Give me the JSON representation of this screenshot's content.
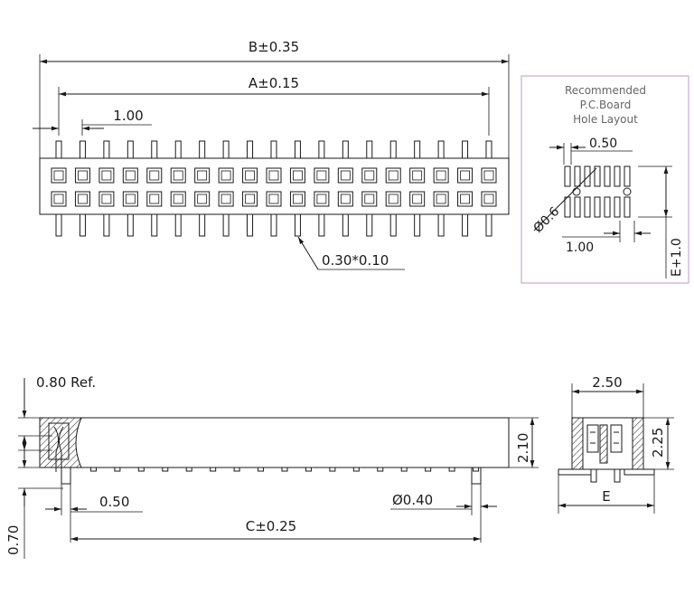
{
  "top_view": {
    "dim_overall": "B±0.35",
    "dim_pin_span": "A±0.15",
    "dim_pitch": "1.00",
    "dim_pin_size": "0.30*0.10",
    "pin_count_per_row": 19
  },
  "pcb_layout": {
    "title_line1": "Recommended",
    "title_line2": "P.C.Board",
    "title_line3": "Hole Layout",
    "dim_hole_pitch": "0.50",
    "dim_hole_dia": "Ø0.6",
    "dim_row_pitch": "1.00",
    "dim_row_span": "E+1.0",
    "border_color": "#c9a9d0"
  },
  "side_view": {
    "dim_ref": "0.80 Ref.",
    "dim_height": "2.10",
    "dim_offset": "0.50",
    "dim_pin_dia": "Ø0.40",
    "dim_tail": "0.70",
    "dim_pin_span": "C±0.25"
  },
  "end_view": {
    "dim_width": "2.50",
    "dim_height": "2.25",
    "dim_span": "E"
  }
}
